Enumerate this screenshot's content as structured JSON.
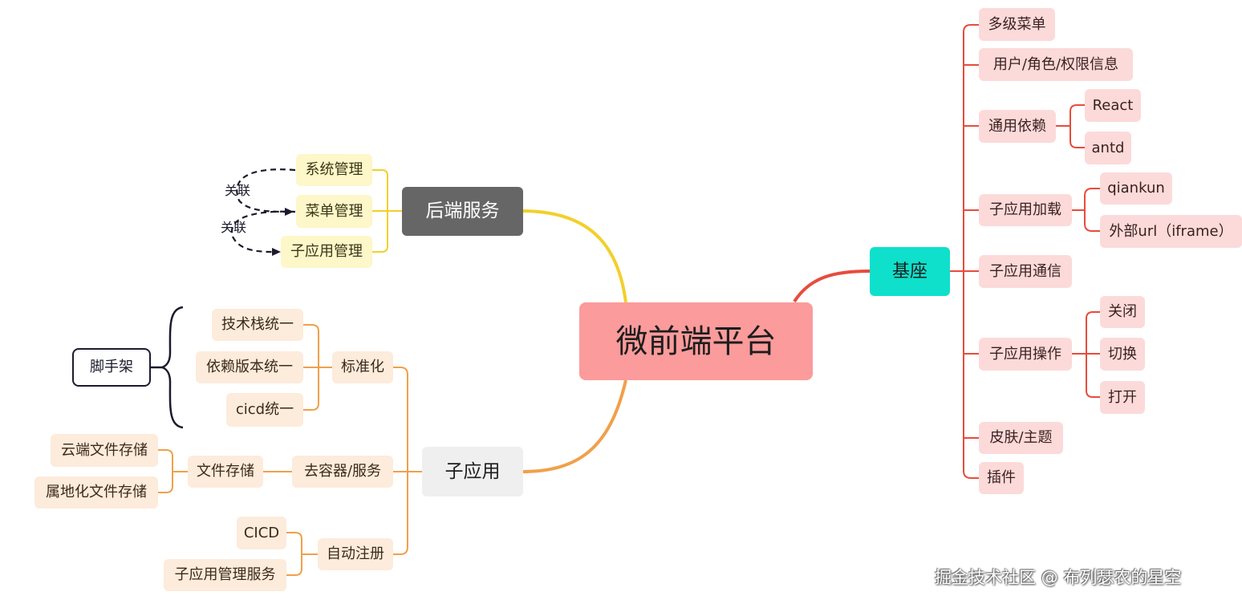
{
  "root": "微前端平台",
  "backend": {
    "label": "后端服务",
    "children": [
      "系统管理",
      "菜单管理",
      "子应用管理"
    ],
    "relation_label": "关联"
  },
  "base": {
    "label": "基座",
    "multi_menu": "多级菜单",
    "user_info": "用户/角色/权限信息",
    "common_deps": {
      "label": "通用依赖",
      "children": [
        "React",
        "antd"
      ]
    },
    "subapp_load": {
      "label": "子应用加载",
      "children": [
        "qiankun",
        "外部url（iframe）"
      ]
    },
    "subapp_comm": "子应用通信",
    "subapp_ops": {
      "label": "子应用操作",
      "children": [
        "关闭",
        "切换",
        "打开"
      ]
    },
    "theme": "皮肤/主题",
    "plugin": "插件"
  },
  "subapp": {
    "label": "子应用",
    "standardize": {
      "label": "标准化",
      "children": [
        "技术栈统一",
        "依赖版本统一",
        "cicd统一"
      ]
    },
    "scaffold": "脚手架",
    "decontainer": {
      "label": "去容器/服务",
      "storage": {
        "label": "文件存储",
        "children": [
          "云端文件存储",
          "属地化文件存储"
        ]
      }
    },
    "auto_register": {
      "label": "自动注册",
      "children": [
        "CICD",
        "子应用管理服务"
      ]
    }
  },
  "watermark": "掘金技术社区 @ 布列瑟农的星空",
  "colors": {
    "root": "#fb9b9b",
    "backend_hub": "#666666",
    "base_hub": "#0ee0cc",
    "subapp_hub": "#efefef",
    "branch_red": "#e74c3c",
    "branch_orange": "#f0a04b",
    "branch_yellow": "#f3cf2a",
    "relation_line": "#1b1b2e"
  }
}
